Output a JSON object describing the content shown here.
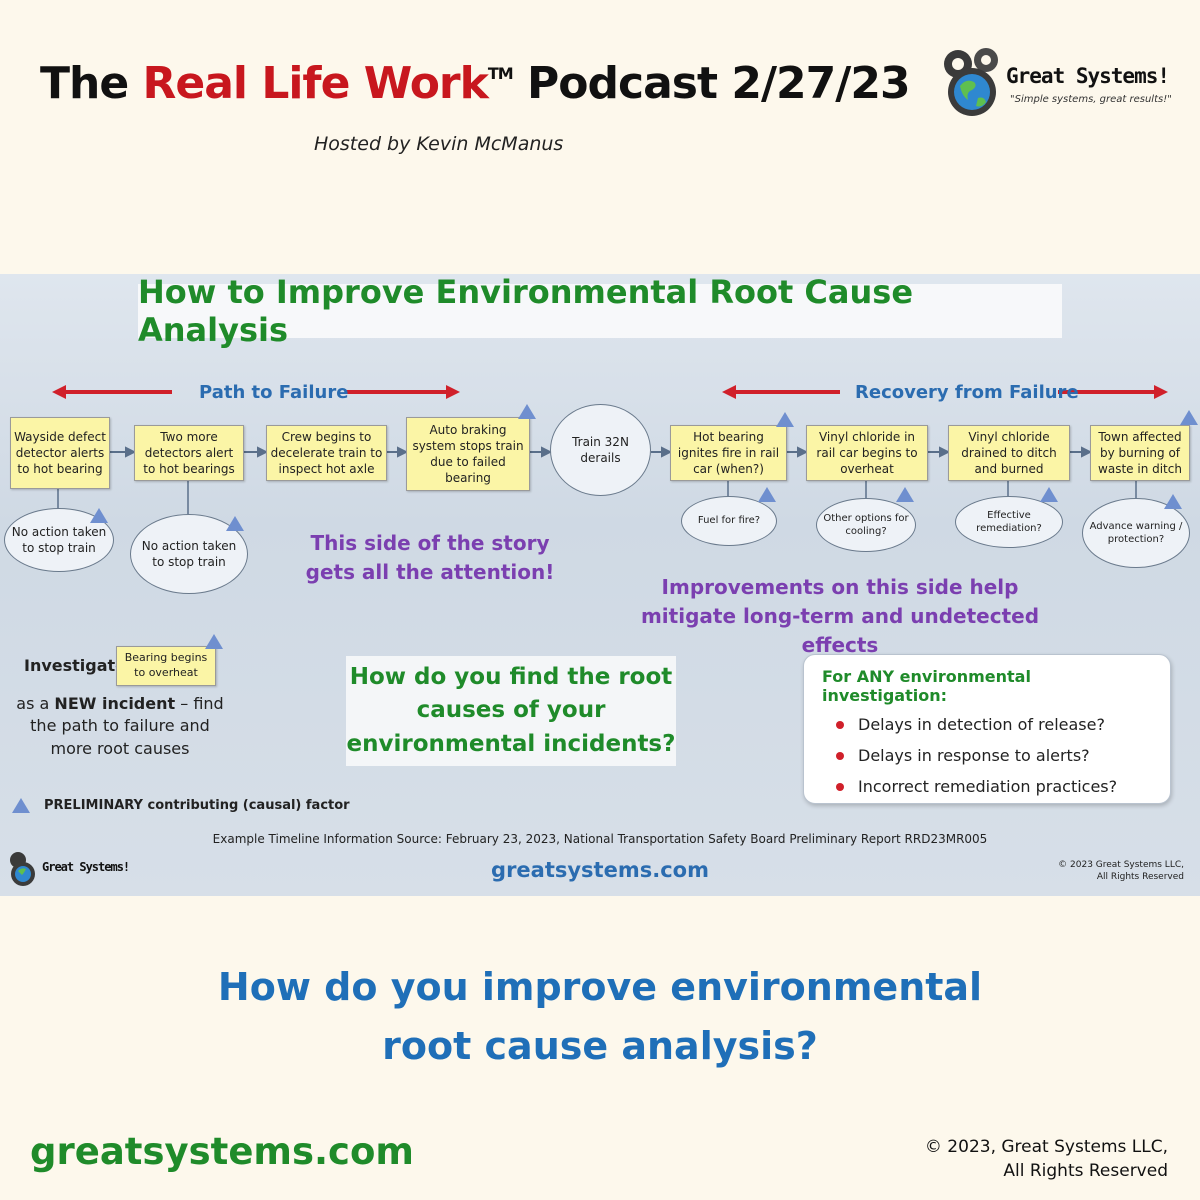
{
  "header": {
    "title_part1": "The ",
    "title_red": "Real Life Work",
    "title_tm": "TM",
    "title_part2": " Podcast 2/27/23",
    "hosted": "Hosted by Kevin McManus",
    "logo_name": "Great Systems!",
    "logo_tagline": "\"Simple systems, great results!\""
  },
  "panel": {
    "title": "How to Improve Environmental Root Cause Analysis",
    "path_label": "Path to Failure",
    "recovery_label": "Recovery from Failure",
    "path_boxes": [
      "Wayside defect detector alerts to hot bearing",
      "Two more detectors alert to hot bearings",
      "Crew begins to decelerate train to inspect hot axle",
      "Auto braking system stops train due to failed bearing"
    ],
    "center_oval": "Train 32N derails",
    "recovery_boxes": [
      "Hot bearing ignites fire in rail car (when?)",
      "Vinyl chloride in rail car begins to overheat",
      "Vinyl chloride drained to ditch and burned",
      "Town affected by burning of waste in ditch"
    ],
    "path_ovals": [
      "No action taken to stop train",
      "No action taken to stop train"
    ],
    "recovery_ovals": [
      "Fuel for fire?",
      "Other options for cooling?",
      "Effective remediation?",
      "Advance warning / protection?"
    ],
    "attention_text": "This side of the story gets all the attention!",
    "improve_text": "Improvements on this side help mitigate long-term and undetected effects",
    "investigate_label": "Investigate",
    "investigate_box": "Bearing begins to overheat",
    "investigate_text_prefix": "as a ",
    "investigate_text_bold": "NEW incident",
    "investigate_text_suffix": " – find the path to failure and more root causes",
    "question": "How do you find the root causes of your environmental incidents?",
    "any_title": "For ANY environmental investigation:",
    "any_items": [
      "Delays in detection of release?",
      "Delays in response to alerts?",
      "Incorrect remediation practices?"
    ],
    "legend": "PRELIMINARY contributing (causal) factor",
    "source": "Example Timeline Information Source: February 23, 2023, National Transportation Safety Board Preliminary Report RRD23MR005",
    "url": "greatsystems.com",
    "copyright_line1": "© 2023 Great Systems LLC,",
    "copyright_line2": "All Rights Reserved",
    "mini_logo_name": "Great Systems!"
  },
  "footer": {
    "question_line1": "How do you improve environmental",
    "question_line2": "root cause analysis?",
    "url": "greatsystems.com",
    "copyright_line1": "© 2023, Great Systems LLC,",
    "copyright_line2": "All Rights Reserved"
  },
  "colors": {
    "title_red": "#c8171e",
    "green": "#1f8b2a",
    "blue": "#2b6cb0",
    "purple": "#7b3fb0",
    "box_yellow": "#fbf5a6",
    "factor_triangle": "#6f8fcf",
    "arrow_red": "#d0202a"
  }
}
